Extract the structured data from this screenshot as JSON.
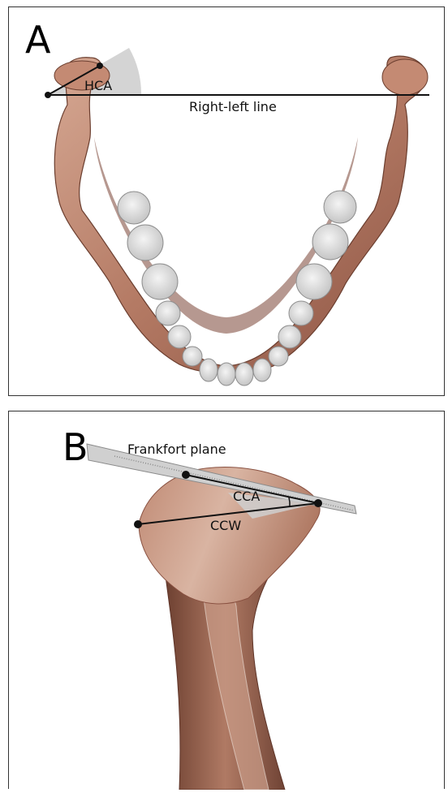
{
  "panel_a": {
    "letter": "A",
    "angle_label": "HCA",
    "line_label": "Right-left line"
  },
  "panel_b": {
    "letter": "B",
    "plane_label": "Frankfort plane",
    "angle_label": "CCA",
    "width_label": "CCW"
  },
  "colors": {
    "bone": "#b47a64",
    "bone_light": "#d7ac98",
    "bone_dark": "#6b3e2f",
    "tooth": "#e4e4e4",
    "angle_fill": "#cfcfcf",
    "ruler": "#c9c9c9",
    "line": "#111111"
  }
}
